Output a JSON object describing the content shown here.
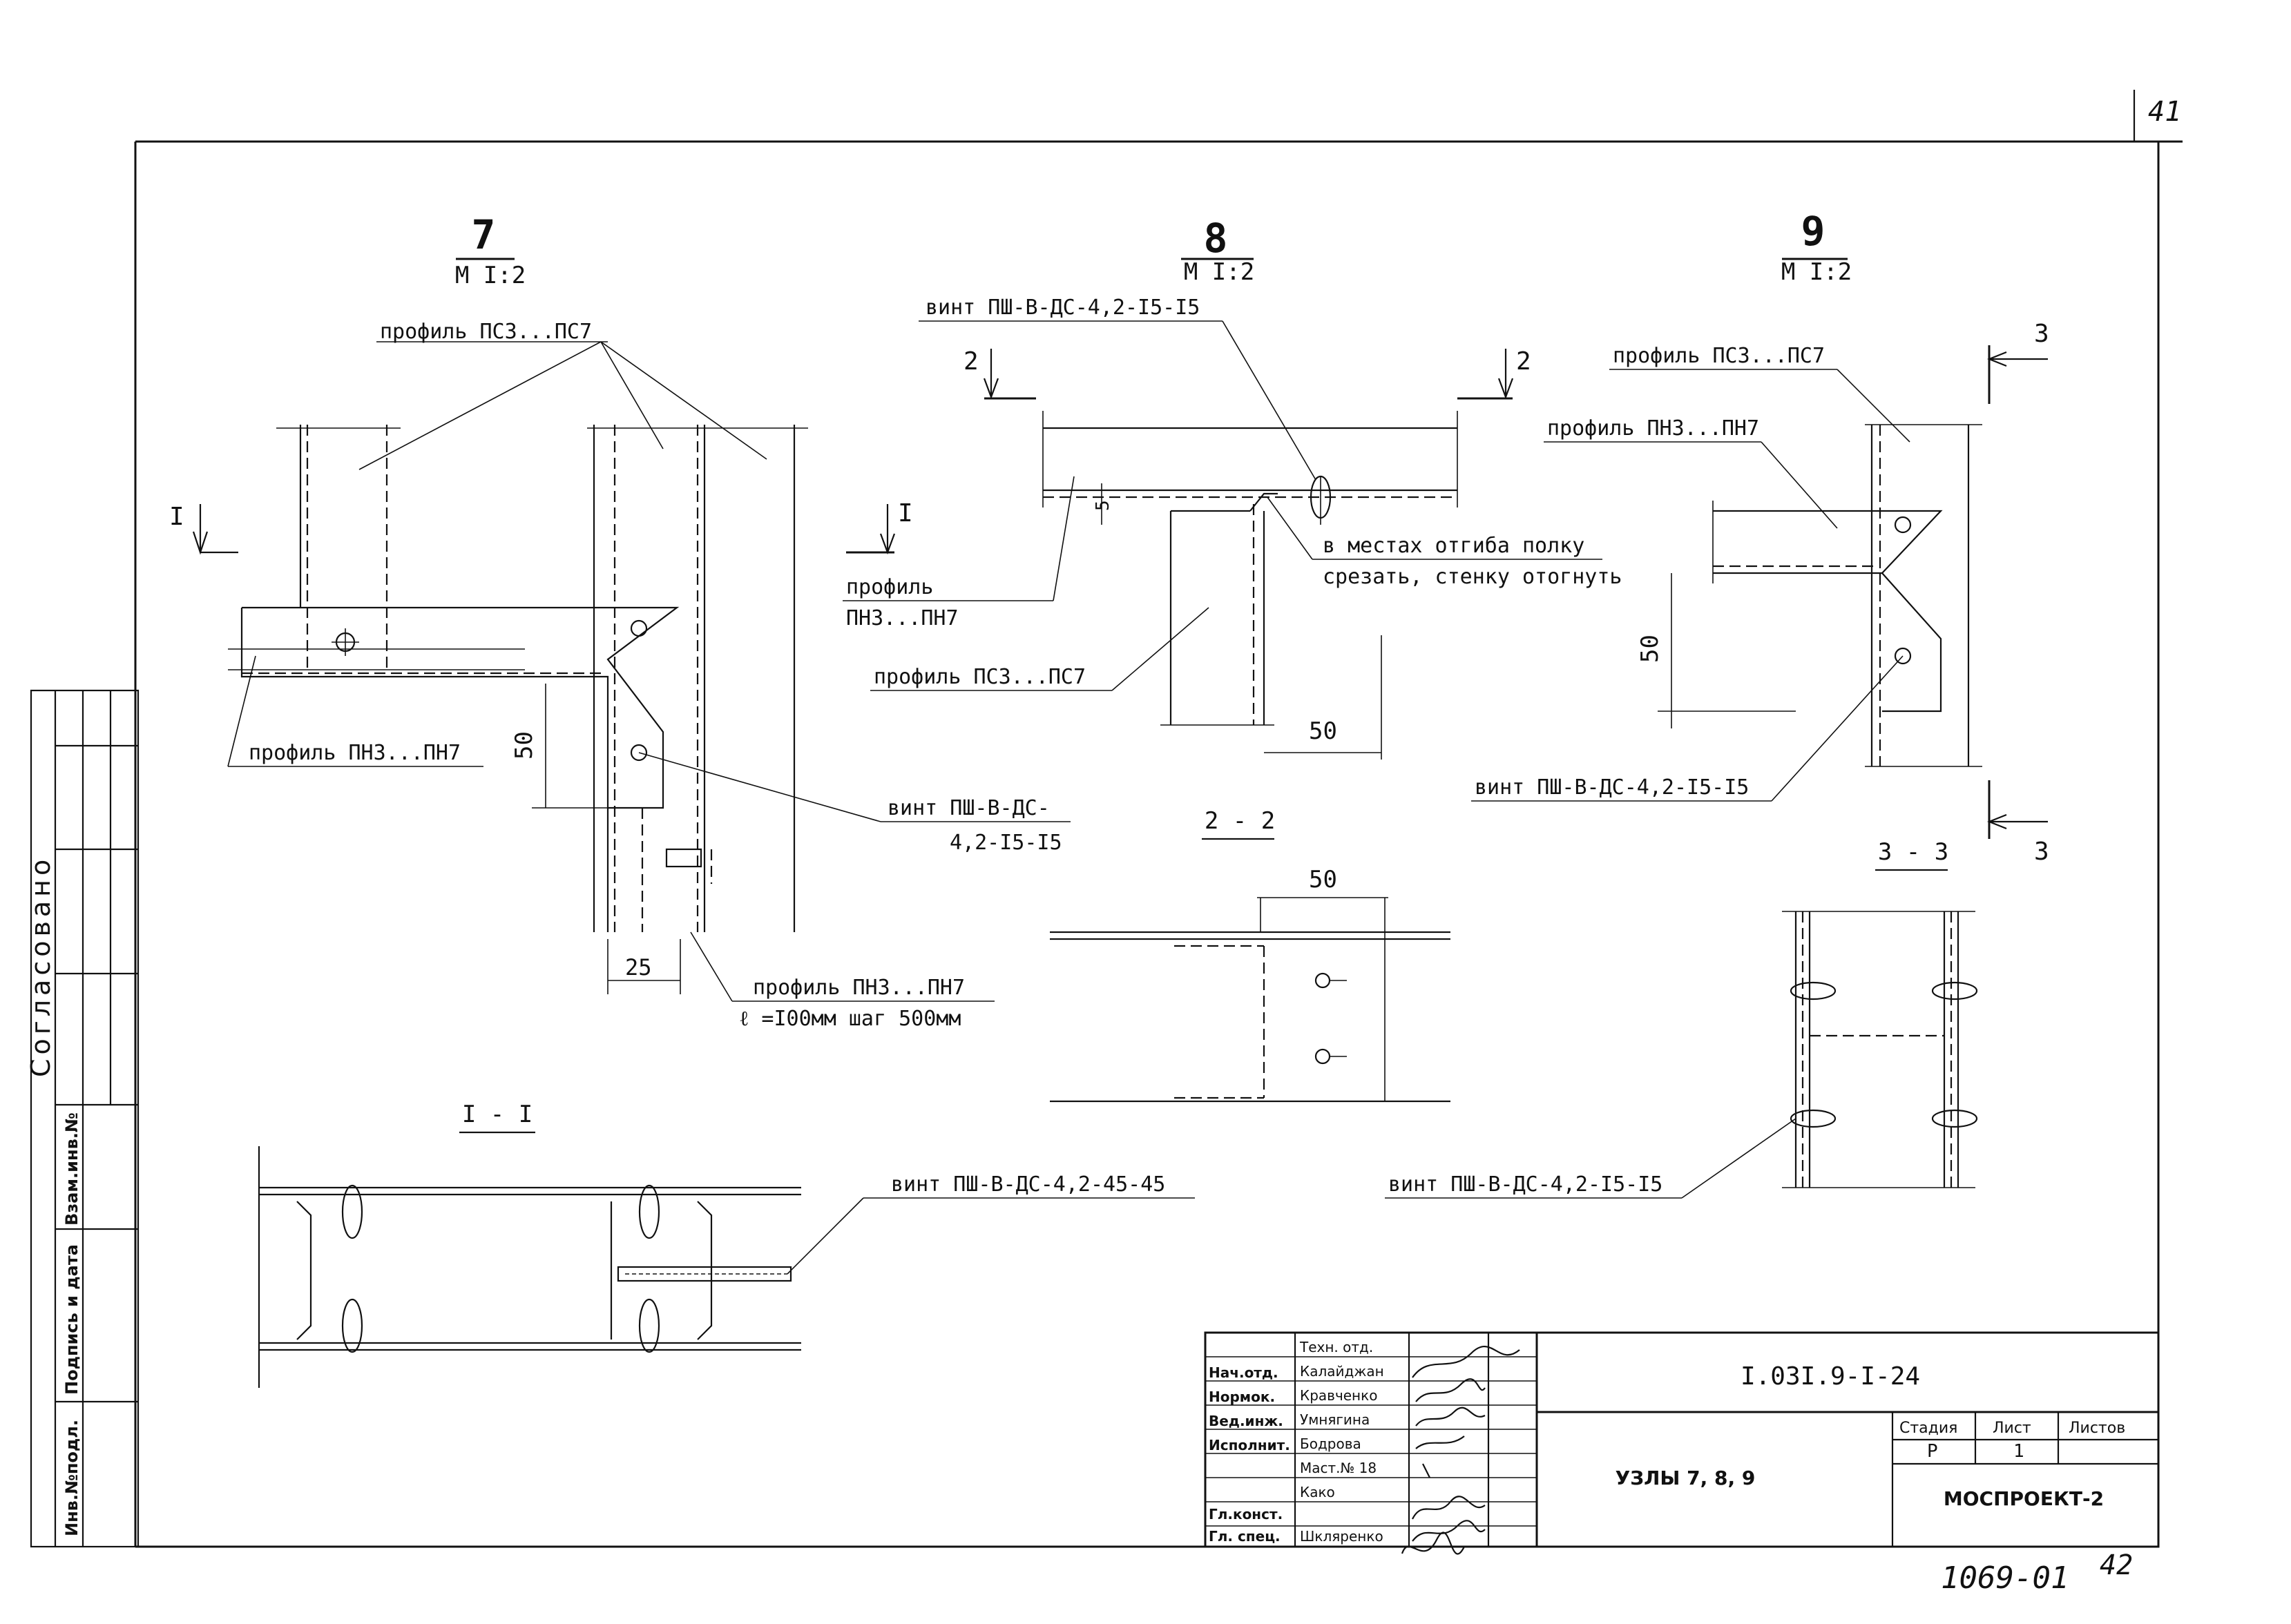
{
  "sheet_number": "41",
  "stamp_side": {
    "agreed": "Согласовано",
    "cells": [
      "Инв.№подл.",
      "Подпись и дата",
      "Взам.инв.№"
    ]
  },
  "node7": {
    "num": "7",
    "scale": "М I:2",
    "label_profile_ps": "профиль ПС3...ПС7",
    "label_profile_pn": "профиль ПН3...ПН7",
    "label_screw_1": "винт ПШ-В-ДС-",
    "label_screw_2": "4,2-I5-I5",
    "label_profile_pn2": "профиль ПН3...ПН7",
    "label_len": "ℓ =I00мм  шаг 500мм",
    "dim_50": "50",
    "dim_25": "25",
    "section_mark": "I"
  },
  "node8": {
    "num": "8",
    "scale": "М I:2",
    "label_screw": "винт ПШ-В-ДС-4,2-I5-I5",
    "label_profile_1": "профиль",
    "label_profile_2": "ПН3...ПН7",
    "label_profile_ps": "профиль ПС3...ПС7",
    "note_1": "в местах отгиба полку",
    "note_2": "срезать, стенку отогнуть",
    "dim_50": "50",
    "dim_5": "5",
    "section_mark_2": "2",
    "section_mark_1": "I"
  },
  "node9": {
    "num": "9",
    "scale": "М I:2",
    "label_profile_ps": "профиль ПС3...ПС7",
    "label_profile_pn": "профиль ПН3...ПН7",
    "label_screw": "винт ПШ-В-ДС-4,2-I5-I5",
    "dim_50": "50",
    "section_mark": "3"
  },
  "section_11": {
    "title": "I - I",
    "label_screw": "винт ПШ-В-ДС-4,2-45-45"
  },
  "section_22": {
    "title": "2 - 2",
    "dim_50": "50"
  },
  "section_33": {
    "title": "3 - 3",
    "label_screw": "винт ПШ-В-ДС-4,2-I5-I5"
  },
  "title_block": {
    "doc_code": "I.03I.9-I-24",
    "title": "УЗЛЫ 7, 8, 9",
    "org": "МОСПРОЕКТ-2",
    "stage_hdr": "Стадия",
    "sheet_hdr": "Лист",
    "sheets_hdr": "Листов",
    "stage": "Р",
    "sheet": "1",
    "roles": [
      "Нач.отд.",
      "Нормок.",
      "Вед.инж.",
      "Исполнит.",
      "",
      "Гл.конст.",
      "Гл. спец."
    ],
    "names": [
      "Техн. отд.",
      "Калайджан",
      "Кравченко",
      "Умнягина",
      "Бодрова",
      "Маст.№ 18",
      "Како",
      "Шкляренко"
    ]
  },
  "bottom_note": "1069-01",
  "bottom_page": "42"
}
